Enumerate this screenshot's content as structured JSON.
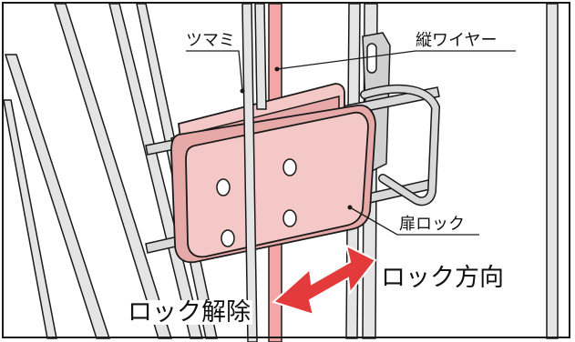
{
  "labels": {
    "knob": "ツマミ",
    "vertical_wire": "縦ワイヤー",
    "door_lock": "扉ロック",
    "lock_direction": "ロック方向",
    "unlock": "ロック解除"
  },
  "colors": {
    "lock_pink": "#f4c8c7",
    "lock_pink_dark": "#e6a9a8",
    "wire_pink": "#f2a6a6",
    "arrow_red": "#e33b3b",
    "bar_gray": "#d9d9d9",
    "outline": "#1a1a1a"
  }
}
